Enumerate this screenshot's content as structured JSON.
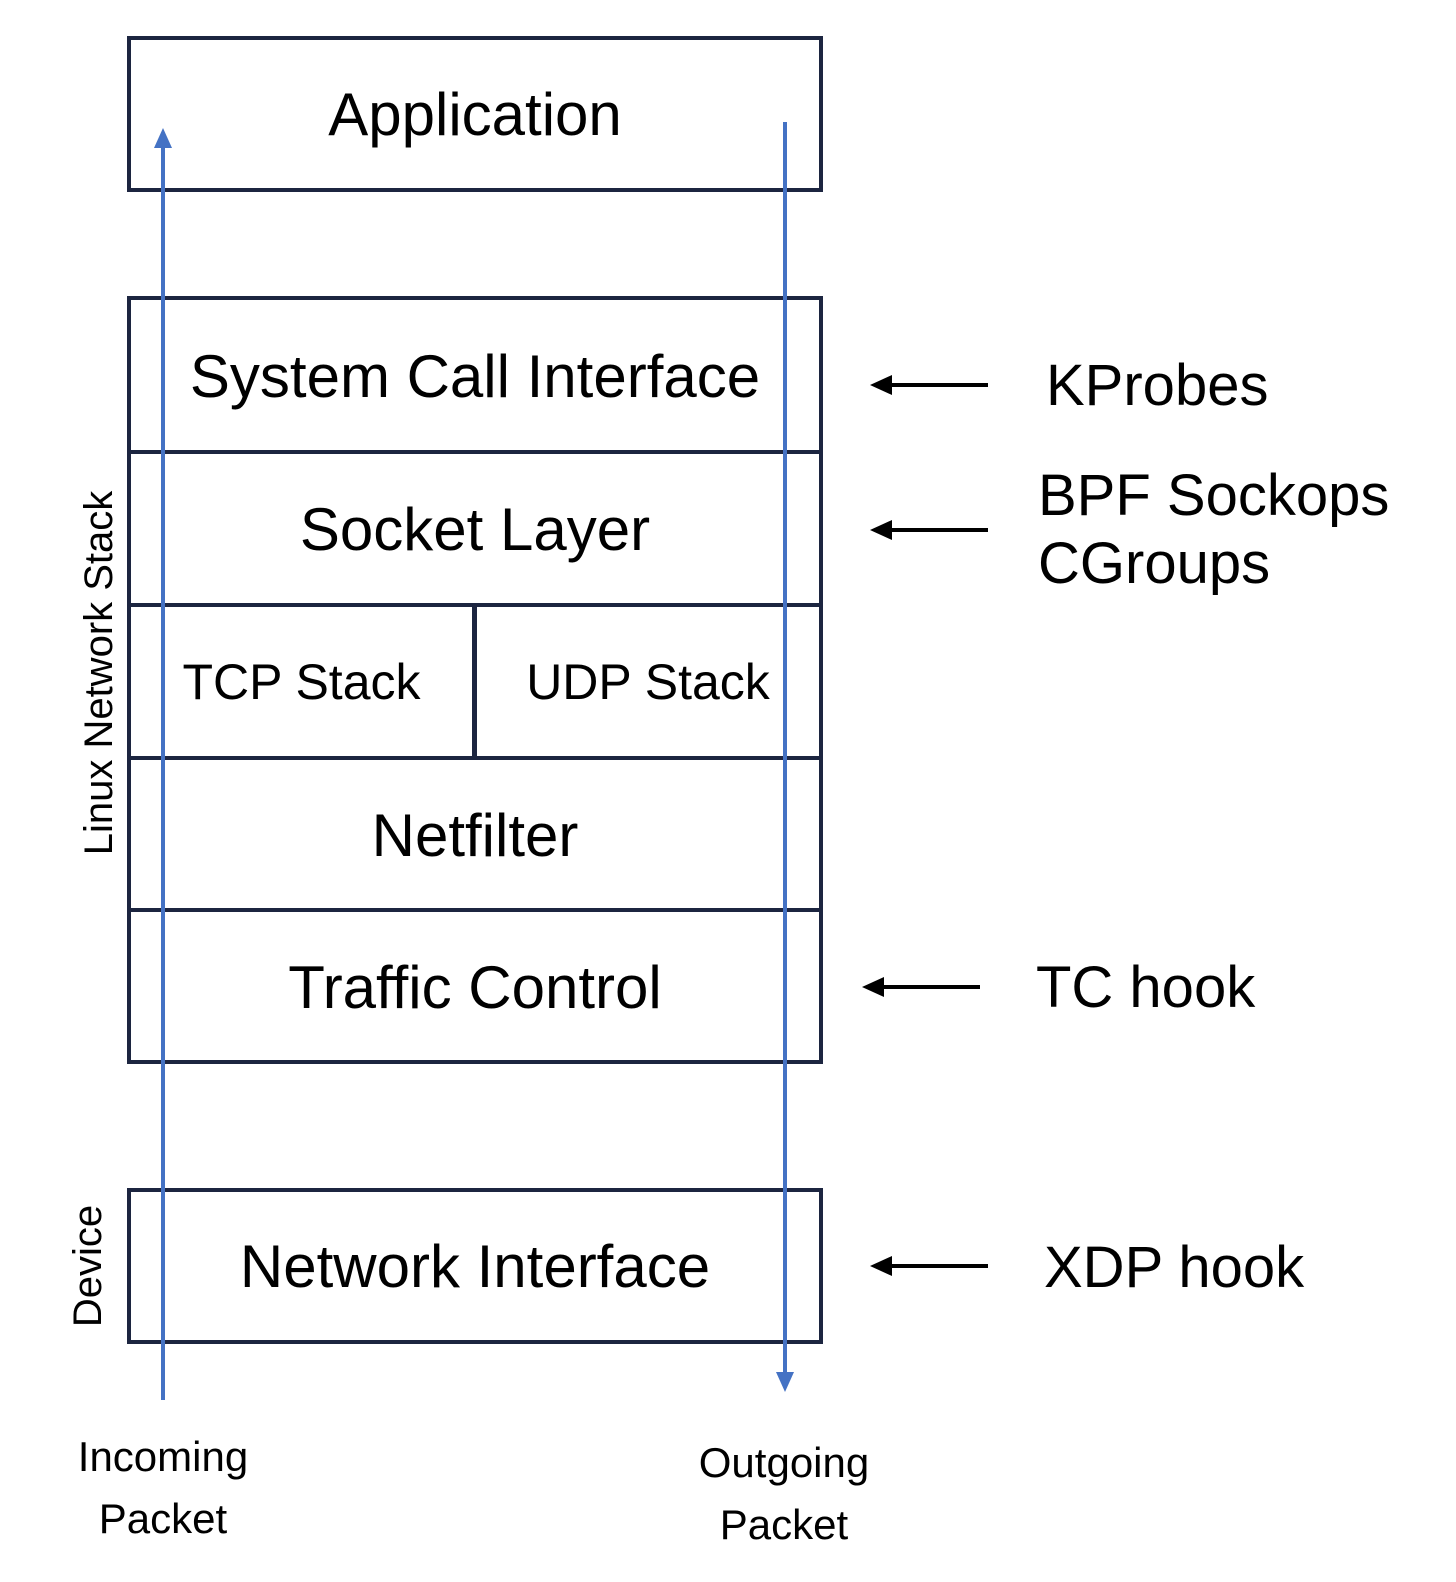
{
  "layers": {
    "application": "Application",
    "system_call_interface": "System Call Interface",
    "socket_layer": "Socket Layer",
    "tcp_stack": "TCP Stack",
    "udp_stack": "UDP Stack",
    "netfilter": "Netfilter",
    "traffic_control": "Traffic Control",
    "network_interface": "Network Interface"
  },
  "group_labels": {
    "linux_network_stack": "Linux Network Stack",
    "device": "Device"
  },
  "hooks": {
    "kprobes": "KProbes",
    "bpf_sockops_line1": "BPF Sockops",
    "bpf_sockops_line2": "CGroups",
    "tc_hook": "TC hook",
    "xdp_hook": "XDP hook"
  },
  "flows": {
    "incoming_line1": "Incoming",
    "incoming_line2": "Packet",
    "outgoing_line1": "Outgoing",
    "outgoing_line2": "Packet"
  },
  "colors": {
    "border": "#1c2540",
    "flow_arrow": "#4472c4",
    "hook_arrow": "#000000"
  }
}
